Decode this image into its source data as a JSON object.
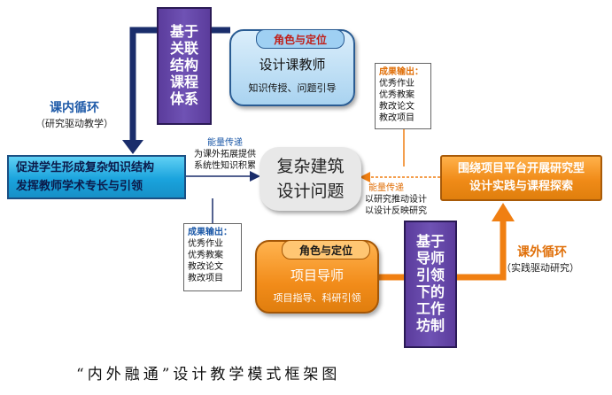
{
  "diagram": {
    "title": "“内外融通”设计教学模式框架图",
    "top_purple": "基于\n关联\n结构\n课程\n体系",
    "bottom_purple": "基于\n导师\n引领\n下的\n工作\n坊制",
    "teacher_role": {
      "tab": "角色与定位",
      "title": "设计课教师",
      "desc": "知识传授、问题引导"
    },
    "mentor_role": {
      "tab": "角色与定位",
      "title": "项目导师",
      "desc": "项目指导、科研引领"
    },
    "center": {
      "line1": "复杂建筑",
      "line2": "设计问题"
    },
    "left_box": {
      "line1": "促进学生形成复杂知识结构",
      "line2": "发挥教师学术专长与引领"
    },
    "right_box": {
      "line1": "围绕项目平台开展研究型",
      "line2": "设计实践与课程探索"
    },
    "inner_loop": {
      "label": "课内循环",
      "sub": "（研究驱动教学）"
    },
    "outer_loop": {
      "label": "课外循环",
      "sub": "（实践驱动研究）"
    },
    "left_energy": {
      "head": "能量传递",
      "line1": "为课外拓展提供",
      "line2": "系统性知识积累"
    },
    "right_energy": {
      "head": "能量传递",
      "line1": "以研究推动设计",
      "line2": "以设计反映研究"
    },
    "output_top": {
      "head": "成果输出：",
      "items": [
        "优秀作业",
        "优秀教案",
        "教改论文",
        "教改项目"
      ]
    },
    "output_left": {
      "head": "成果输出：",
      "items": [
        "优秀作业",
        "优秀教案",
        "教改论文",
        "教改项目"
      ]
    },
    "colors": {
      "purple": "#5b3c9c",
      "cyan": "#1aa3dd",
      "orange": "#f08b18",
      "navy_arrow": "#1a2d6b",
      "orange_arrow": "#f07f12"
    }
  }
}
